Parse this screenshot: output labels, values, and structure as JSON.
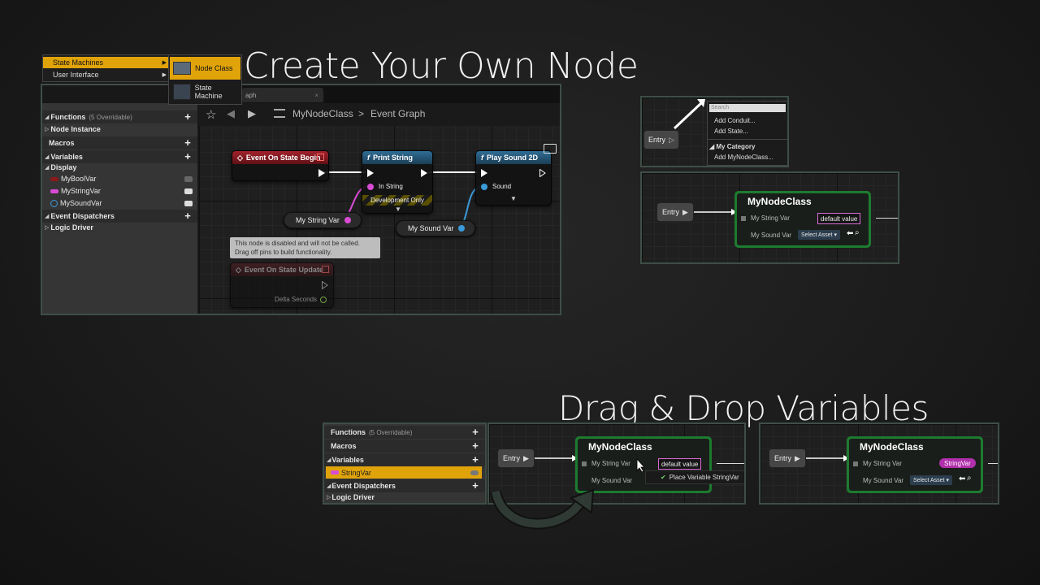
{
  "title_create": "Create Your Own Node",
  "title_drag": "Drag & Drop Variables",
  "context_menu": {
    "items": [
      {
        "label": "State Machines"
      },
      {
        "label": "User Interface"
      }
    ],
    "submenu": [
      {
        "label": "Node Class"
      },
      {
        "label": "State Machine"
      }
    ]
  },
  "editor": {
    "tab_fragment": "aph",
    "breadcrumb_class": "MyNodeClass",
    "breadcrumb_sep": ">",
    "breadcrumb_graph": "Event Graph",
    "sidebar": {
      "functions": "Functions",
      "functions_note": "(5 Overridable)",
      "node_instance": "Node Instance",
      "macros": "Macros",
      "variables": "Variables",
      "display": "Display",
      "vars": [
        {
          "name": "MyBoolVar",
          "color": "#8b1a1a"
        },
        {
          "name": "MyStringVar",
          "color": "#d94bd3"
        },
        {
          "name": "MySoundVar",
          "color": "#3a9ad9"
        }
      ],
      "event_dispatchers": "Event Dispatchers",
      "logic_driver": "Logic Driver"
    },
    "nodes": {
      "event_begin": "Event On State Begin",
      "print_string": "Print String",
      "in_string": "In String",
      "dev_only": "Development Only",
      "play_sound": "Play Sound 2D",
      "sound": "Sound",
      "my_string_var": "My String Var",
      "my_sound_var": "My Sound Var",
      "disabled_note_1": "This node is disabled and will not be called.",
      "disabled_note_2": "Drag off pins to build functionality.",
      "event_update": "Event On State Update",
      "delta_seconds": "Delta Seconds"
    }
  },
  "graph_menu": {
    "entry": "Entry",
    "search_placeholder": "Search",
    "items": [
      "Add Conduit...",
      "Add State..."
    ],
    "category": "My Category",
    "category_item": "Add MyNodeClass..."
  },
  "node_preview": {
    "entry": "Entry",
    "title": "MyNodeClass",
    "string_label": "My String Var",
    "string_value": "default value",
    "sound_label": "My Sound Var",
    "sound_value": "Select Asset"
  },
  "drag_sidebar": {
    "functions": "Functions",
    "functions_note": "(5 Overridable)",
    "macros": "Macros",
    "variables": "Variables",
    "string_var": "StringVar",
    "event_dispatchers": "Event Dispatchers",
    "logic_driver": "Logic Driver"
  },
  "drag_node": {
    "entry": "Entry",
    "title": "MyNodeClass",
    "string_label": "My String Var",
    "string_value": "default value",
    "sound_label": "My Sound Var",
    "tooltip": "Place Variable StringVar"
  },
  "result_node": {
    "entry": "Entry",
    "title": "MyNodeClass",
    "string_label": "My String Var",
    "string_value": "StringVar",
    "sound_label": "My Sound Var",
    "sound_value": "Select Asset"
  },
  "colors": {
    "accent_orange": "#e0a30a",
    "node_green": "#1d7b2f",
    "string_pink": "#d94bd3",
    "object_blue": "#3a9ad9"
  }
}
